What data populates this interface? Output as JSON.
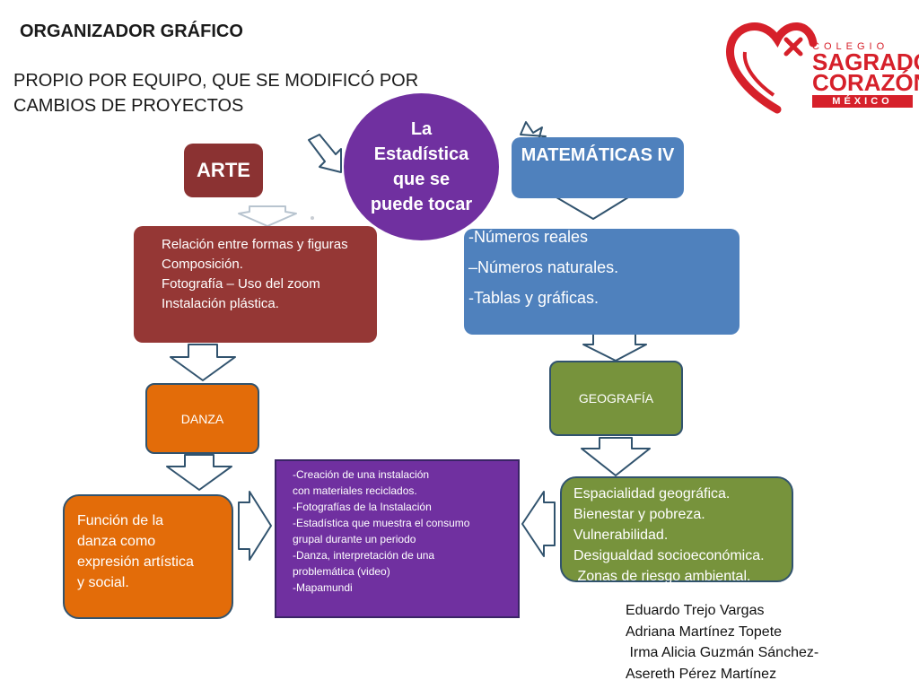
{
  "header": {
    "heading": "ORGANIZADOR GRÁFICO",
    "subtitle_line1": "PROPIO POR EQUIPO, QUE SE MODIFICÓ POR",
    "subtitle_line2": "CAMBIOS DE PROYECTOS"
  },
  "logo": {
    "line_small": "COLEGIO",
    "line1": "SAGRADO",
    "line2": "CORAZÓN",
    "line_country": "MÉXICO",
    "color": "#d6202a"
  },
  "center_circle": {
    "label": "La Estadística que se puede tocar",
    "color": "#7030a0"
  },
  "arte": {
    "title": "ARTE",
    "items": [
      "Relación entre formas y figuras",
      "Composición.",
      "Fotografía – Uso del zoom",
      "Instalación plástica."
    ]
  },
  "matematicas": {
    "title": "MATEMÁTICAS IV",
    "fragment": "rea",
    "items": [
      "-Números reales",
      "–Números naturales.",
      "-Tablas y gráficas."
    ]
  },
  "danza": {
    "title": "DANZA",
    "items": [
      "Función de la",
      "danza como",
      "expresión artística",
      "y social."
    ]
  },
  "geografia": {
    "title": "GEOGRAFÍA",
    "items": [
      "Espacialidad geográfica.",
      "Bienestar y pobreza.",
      "Vulnerabilidad.",
      "Desigualdad socioeconómica.",
      " Zonas de riesgo ambiental."
    ]
  },
  "proyecto": {
    "items": [
      "-Creación de una instalación",
      "con materiales reciclados.",
      "-Fotografías de la Instalación",
      "-Estadística que muestra el consumo",
      "grupal durante un periodo",
      "-Danza, interpretación de una",
      "problemática (video)",
      "-Mapamundi"
    ]
  },
  "authors": [
    "Eduardo Trejo Vargas",
    "Adriana Martínez Topete",
    " Irma Alicia Guzmán Sánchez-",
    "Asereth Pérez Martínez"
  ],
  "colors": {
    "arte": "#8b3232",
    "matematicas": "#4f81bd",
    "danza": "#e36c09",
    "geografia": "#77933c",
    "arrow_outline": "#31536e"
  }
}
